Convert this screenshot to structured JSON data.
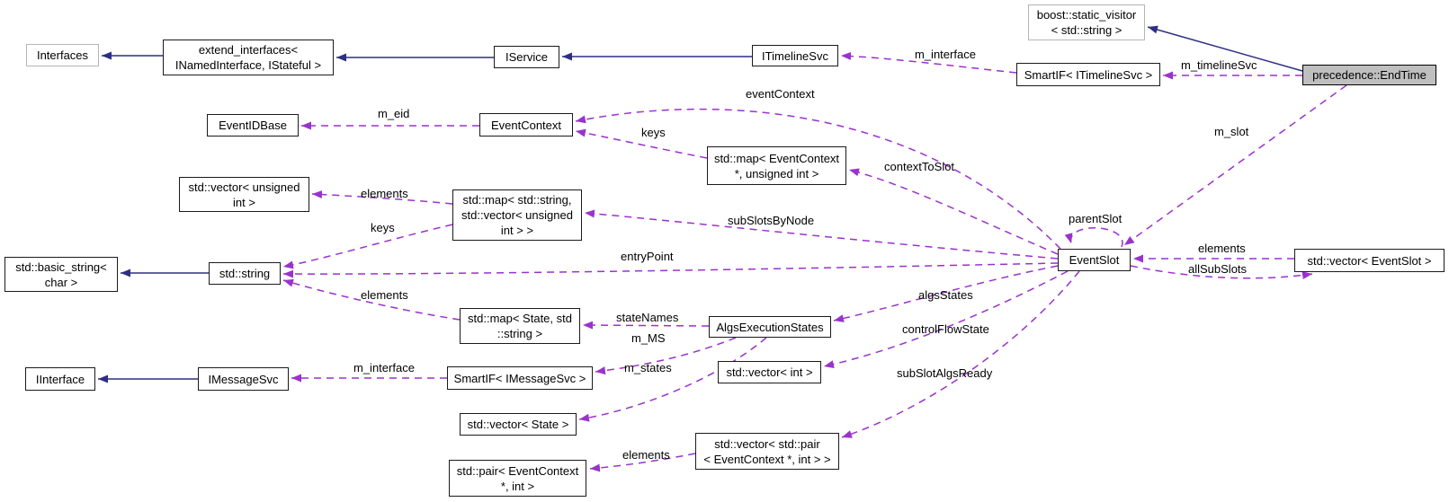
{
  "diagram_type": "doxygen-collaboration-graph",
  "colors": {
    "inheritance_edge": "#2e2e85",
    "usage_edge": "#9a32cd",
    "highlight_node_fill": "#bfbfbf",
    "undocumented_node_border": "#b5b5b5",
    "node_border": "#1a1a1a",
    "background": "#ffffff"
  },
  "nodes": [
    {
      "id": "interfaces",
      "label": "Interfaces"
    },
    {
      "id": "extend_interfaces",
      "label": "extend_interfaces<\nINamedInterface, IStateful >"
    },
    {
      "id": "iservice",
      "label": "IService"
    },
    {
      "id": "itimelinesvc",
      "label": "ITimelineSvc"
    },
    {
      "id": "boost_static_visitor",
      "label": "boost::static_visitor\n< std::string >"
    },
    {
      "id": "smartif_itimelinesvc",
      "label": "SmartIF< ITimelineSvc >"
    },
    {
      "id": "precedence_endtime",
      "label": "precedence::EndTime"
    },
    {
      "id": "eventidbase",
      "label": "EventIDBase"
    },
    {
      "id": "eventcontext",
      "label": "EventContext"
    },
    {
      "id": "map_eventcontext_uint",
      "label": "std::map< EventContext\n*, unsigned int >"
    },
    {
      "id": "vector_unsigned_int",
      "label": "std::vector< unsigned\nint >"
    },
    {
      "id": "map_string_vector_uint",
      "label": "std::map< std::string,\nstd::vector< unsigned\nint > >"
    },
    {
      "id": "basic_string_char",
      "label": "std::basic_string<\nchar >"
    },
    {
      "id": "std_string",
      "label": "std::string"
    },
    {
      "id": "eventslot",
      "label": "EventSlot"
    },
    {
      "id": "vector_eventslot",
      "label": "std::vector< EventSlot >"
    },
    {
      "id": "map_state_string",
      "label": "std::map< State, std\n::string >"
    },
    {
      "id": "algsexecutionstates",
      "label": "AlgsExecutionStates"
    },
    {
      "id": "smartif_imessagesvc",
      "label": "SmartIF< IMessageSvc >"
    },
    {
      "id": "imessagesvc",
      "label": "IMessageSvc"
    },
    {
      "id": "iinterface",
      "label": "IInterface"
    },
    {
      "id": "vector_int",
      "label": "std::vector< int >"
    },
    {
      "id": "vector_state",
      "label": "std::vector< State >"
    },
    {
      "id": "vector_pair_eventcontext_int",
      "label": "std::vector< std::pair\n< EventContext *, int > >"
    },
    {
      "id": "pair_eventcontext_int",
      "label": "std::pair< EventContext\n*, int >"
    }
  ],
  "edges": [
    {
      "from": "extend_interfaces< INamedInterface, IStateful >",
      "to": "Interfaces",
      "style": "inheritance",
      "label": ""
    },
    {
      "from": "IService",
      "to": "extend_interfaces< INamedInterface, IStateful >",
      "style": "inheritance",
      "label": ""
    },
    {
      "from": "ITimelineSvc",
      "to": "IService",
      "style": "inheritance",
      "label": ""
    },
    {
      "from": "precedence::EndTime",
      "to": "boost::static_visitor< std::string >",
      "style": "inheritance",
      "label": ""
    },
    {
      "from": "std::string",
      "to": "std::basic_string< char >",
      "style": "inheritance",
      "label": ""
    },
    {
      "from": "IMessageSvc",
      "to": "IInterface",
      "style": "inheritance",
      "label": ""
    },
    {
      "from": "SmartIF< ITimelineSvc >",
      "to": "ITimelineSvc",
      "style": "usage",
      "label": "m_interface"
    },
    {
      "from": "precedence::EndTime",
      "to": "SmartIF< ITimelineSvc >",
      "style": "usage",
      "label": "m_timelineSvc"
    },
    {
      "from": "precedence::EndTime",
      "to": "EventSlot",
      "style": "usage",
      "label": "m_slot"
    },
    {
      "from": "EventContext",
      "to": "EventIDBase",
      "style": "usage",
      "label": "m_eid"
    },
    {
      "from": "EventSlot",
      "to": "EventContext",
      "style": "usage",
      "label": "eventContext"
    },
    {
      "from": "std::map< EventContext *, unsigned int >",
      "to": "EventContext",
      "style": "usage",
      "label": "keys"
    },
    {
      "from": "EventSlot",
      "to": "std::map< EventContext *, unsigned int >",
      "style": "usage",
      "label": "contextToSlot"
    },
    {
      "from": "std::map< std::string, std::vector< unsigned int > >",
      "to": "std::vector< unsigned int >",
      "style": "usage",
      "label": "elements"
    },
    {
      "from": "std::map< std::string, std::vector< unsigned int > >",
      "to": "std::string",
      "style": "usage",
      "label": "keys"
    },
    {
      "from": "EventSlot",
      "to": "std::map< std::string, std::vector< unsigned int > >",
      "style": "usage",
      "label": "subSlotsByNode"
    },
    {
      "from": "EventSlot",
      "to": "std::string",
      "style": "usage",
      "label": "entryPoint"
    },
    {
      "from": "std::map< State, std::string >",
      "to": "std::string",
      "style": "usage",
      "label": "elements"
    },
    {
      "from": "AlgsExecutionStates",
      "to": "std::map< State, std::string >",
      "style": "usage",
      "label": "stateNames"
    },
    {
      "from": "AlgsExecutionStates",
      "to": "SmartIF< IMessageSvc >",
      "style": "usage",
      "label": "m_MS"
    },
    {
      "from": "AlgsExecutionStates",
      "to": "std::vector< State >",
      "style": "usage",
      "label": "m_states"
    },
    {
      "from": "SmartIF< IMessageSvc >",
      "to": "IMessageSvc",
      "style": "usage",
      "label": "m_interface"
    },
    {
      "from": "EventSlot",
      "to": "AlgsExecutionStates",
      "style": "usage",
      "label": "algsStates"
    },
    {
      "from": "EventSlot",
      "to": "std::vector< int >",
      "style": "usage",
      "label": "controlFlowState"
    },
    {
      "from": "EventSlot",
      "to": "std::vector< std::pair< EventContext *, int > >",
      "style": "usage",
      "label": "subSlotAlgsReady"
    },
    {
      "from": "std::vector< std::pair< EventContext *, int > >",
      "to": "std::pair< EventContext *, int >",
      "style": "usage",
      "label": "elements"
    },
    {
      "from": "std::vector< EventSlot >",
      "to": "EventSlot",
      "style": "usage",
      "label": "elements"
    },
    {
      "from": "EventSlot",
      "to": "std::vector< EventSlot >",
      "style": "usage",
      "label": "allSubSlots"
    },
    {
      "from": "EventSlot",
      "to": "EventSlot",
      "style": "usage",
      "label": "parentSlot"
    }
  ]
}
